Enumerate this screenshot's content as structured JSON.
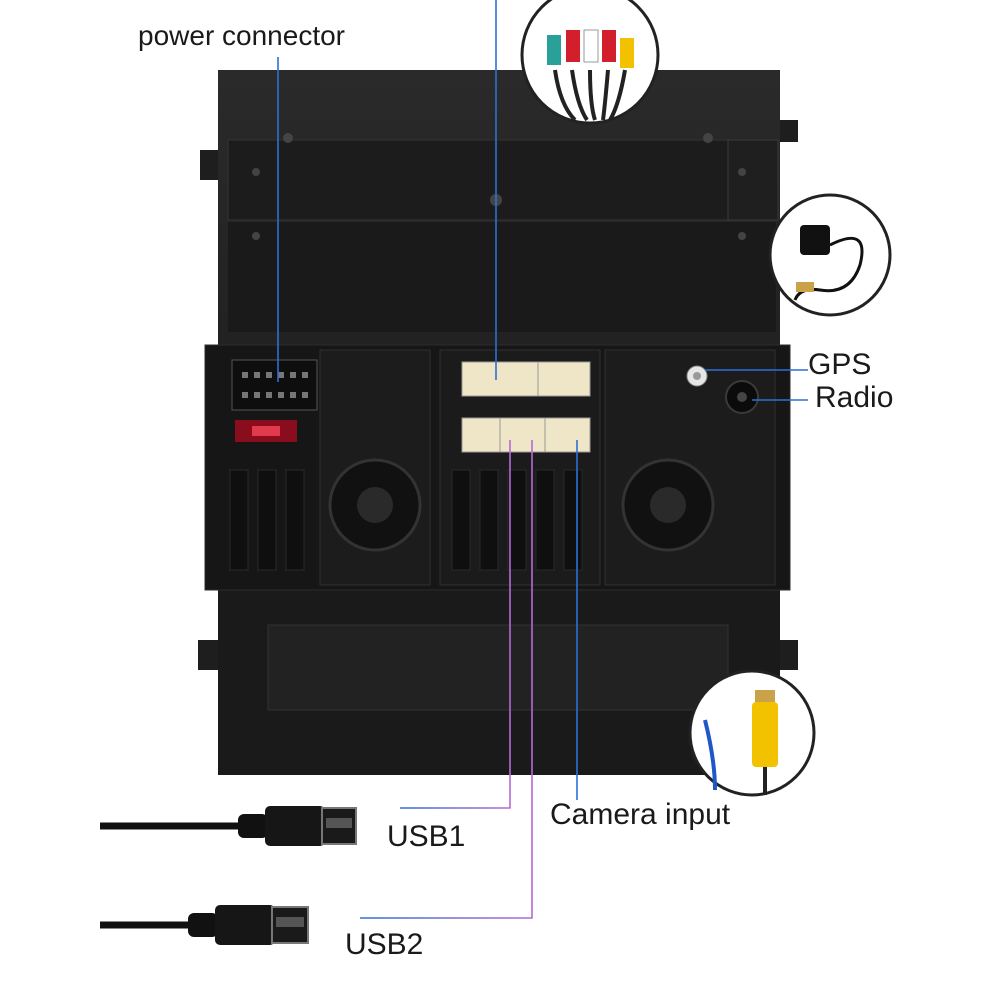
{
  "labels": {
    "power_connector": "power connector",
    "gps": "GPS",
    "radio": "Radio",
    "camera_input": "Camera input",
    "usb1": "USB1",
    "usb2": "USB2"
  },
  "colors": {
    "unit_body": "#1e1e1e",
    "leader_blue": "#2f6fd6",
    "leader_purple": "#b36bd6",
    "fuse_red": "#c8102e",
    "connector_cream": "#efe6c8",
    "rca_yellow": "#f2c200"
  },
  "icons": [
    "rca-cable-icon",
    "gps-antenna-icon",
    "camera-rca-cable-icon",
    "usb-cable-icon"
  ]
}
